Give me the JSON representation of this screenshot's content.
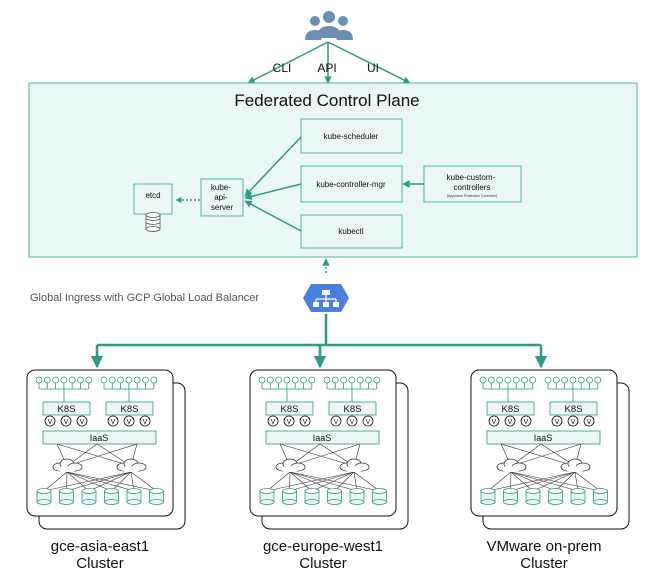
{
  "users": {
    "icon": "users-icon",
    "color": "#6e8fb4"
  },
  "access": {
    "cli": "CLI",
    "api": "API",
    "ui": "UI"
  },
  "control_plane": {
    "title": "Federated Control Plane",
    "etcd": "etcd",
    "apiserver": [
      "kube-",
      "api-",
      "server"
    ],
    "scheduler": "kube-scheduler",
    "controller_mgr": "kube-controller-mgr",
    "custom_controllers": [
      "kube-custom-",
      "controllers"
    ],
    "custom_note": "(Appname Protection Controller)",
    "kubectl": "kubectl"
  },
  "ingress": {
    "label": "Global Ingress with GCP Global Load Balancer",
    "icon": "load-balancer-icon"
  },
  "cluster_template": {
    "k8s": "K8S",
    "v": "V",
    "iaas": "IaaS"
  },
  "clusters": [
    {
      "name": "gce-asia-east1",
      "sub": "Cluster"
    },
    {
      "name": "gce-europe-west1",
      "sub": "Cluster"
    },
    {
      "name": "VMware on-prem",
      "sub": "Cluster"
    }
  ],
  "colors": {
    "accent": "#2e9a86",
    "panel": "#eaf7f4",
    "box_border": "#4bb9a5",
    "lb": "#4a7fe0"
  }
}
